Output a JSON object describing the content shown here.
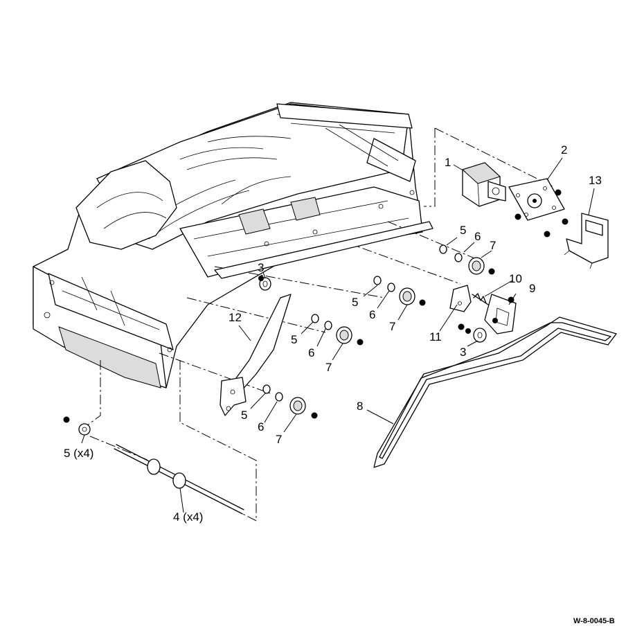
{
  "figure_code": "W-8-0045-B",
  "callouts": {
    "c1": "1",
    "c2": "2",
    "c3a": "3",
    "c3b": "3",
    "c4": "4 (x4)",
    "c5a": "5",
    "c5b": "5",
    "c5c": "5",
    "c5d": "5",
    "c5e": "5 (x4)",
    "c6a": "6",
    "c6b": "6",
    "c6c": "6",
    "c6d": "6",
    "c7a": "7",
    "c7b": "7",
    "c7c": "7",
    "c7d": "7",
    "c8": "8",
    "c9": "9",
    "c10": "10",
    "c11": "11",
    "c12": "12",
    "c13": "13"
  }
}
